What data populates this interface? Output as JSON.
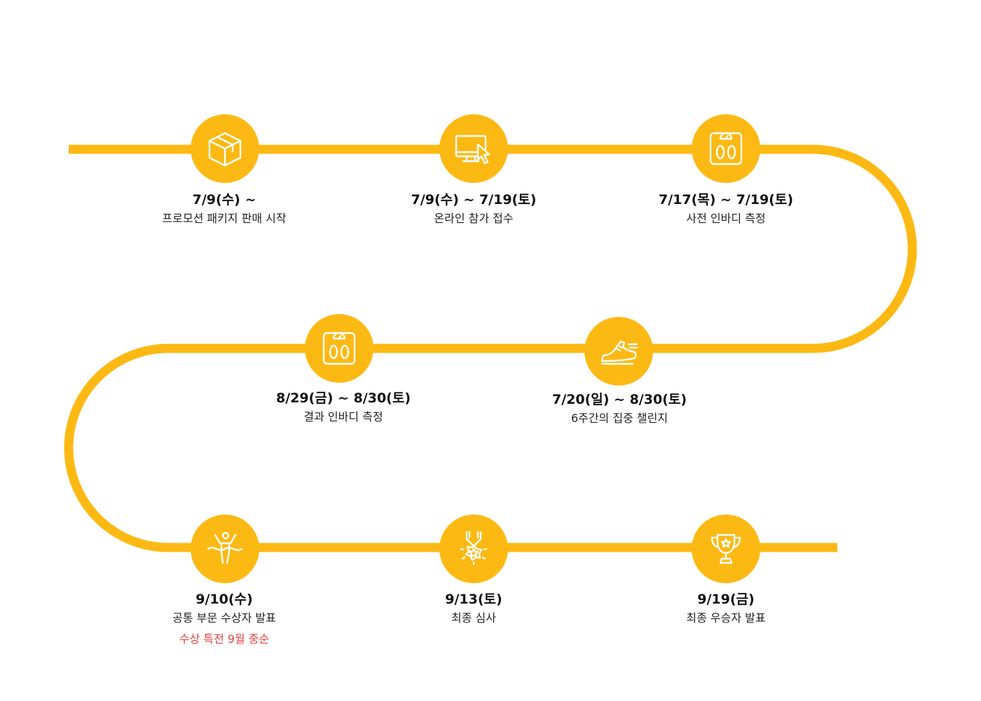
{
  "colors": {
    "track": "#FDB913",
    "circle": "#FDB913",
    "icon_stroke": "#FFFFFF",
    "date_text": "#111111",
    "desc_text": "#222222",
    "note_text": "#E8413B"
  },
  "milestones": [
    {
      "icon": "box-icon",
      "date": "7/9(수) ~",
      "desc": "프로모션 패키지 판매 시작"
    },
    {
      "icon": "monitor-cursor-icon",
      "date": "7/9(수) ~ 7/19(토)",
      "desc": "온라인 참가 접수"
    },
    {
      "icon": "body-scale-icon",
      "date": "7/17(목) ~ 7/19(토)",
      "desc": "사전 인바디 측정"
    },
    {
      "icon": "running-shoe-icon",
      "date": "7/20(일) ~  8/30(토)",
      "desc": "6주간의 집중 챌린지"
    },
    {
      "icon": "body-scale-icon",
      "date": "8/29(금) ~ 8/30(토)",
      "desc": "결과 인바디 측정"
    },
    {
      "icon": "finish-line-icon",
      "date": "9/10(수)",
      "desc": "공통 부문 수상자 발표",
      "note": "수상 특전 9월 중순"
    },
    {
      "icon": "medal-icon",
      "date": "9/13(토)",
      "desc": "최종 심사"
    },
    {
      "icon": "trophy-icon",
      "date": "9/19(금)",
      "desc": "최종 우승자 발표"
    }
  ]
}
